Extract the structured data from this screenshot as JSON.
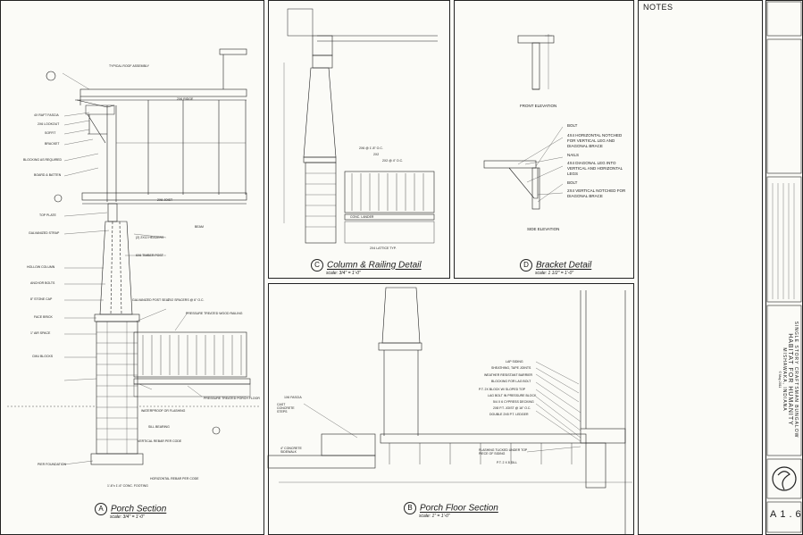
{
  "notes": {
    "title": "NOTES"
  },
  "details": {
    "A": {
      "letter": "A",
      "title": "Porch Section",
      "scale": "scale: 3/4\" = 1'-0\""
    },
    "B": {
      "letter": "B",
      "title": "Porch Floor Section",
      "scale": "scale: 1\" = 1'-0\""
    },
    "C": {
      "letter": "C",
      "title": "Column & Railing Detail",
      "scale": "scale: 3/4\" = 1'-0\""
    },
    "D": {
      "letter": "D",
      "title": "Bracket Detail",
      "scale": "scale: 1 1/2\" = 1'-0\""
    }
  },
  "bracket": {
    "front_elevation": "FRONT ELEVATION",
    "side_elevation": "SIDE ELEVATION",
    "callouts": [
      "BOLT",
      "4X4 HORIZONTAL NOTCHED FOR VERTICAL LEG AND DIAGONAL BRACE",
      "NAILS",
      "4X4 DIAGONAL LEG INTO VERTICAL AND HORIZONTAL LEGS",
      "BOLT",
      "2X4 VERTICAL NOTCHED FOR DIAGONAL BRACE"
    ]
  },
  "porch_section_labels": [
    "TYPICAL ROOF ASSEMBLY",
    "4X RAFT FASCIA",
    "2X6 LOOKOUT",
    "SOFFIT",
    "BRACKET",
    "BLOCKING AS REQUIRED",
    "BOARD & BATTEN",
    "2X6 RIDGE",
    "2X6 JOIST",
    "BEAM",
    "TOP PLATE",
    "GALVANIZED STRAP",
    "(2) 2X12 HEADERS",
    "6X6 TIMBER POST",
    "HOLLOW COLUMN",
    "ANCHOR BOLTS",
    "8\" STONE CAP",
    "FACE BRICK",
    "1\" AIR SPACE",
    "CMU BLOCKS",
    "GALVANIZED POST SEAT",
    "2X2 SPACERS @ 6\" O.C.",
    "PRESSURE TREATED WOOD RAILING",
    "PRESSURE TREATED PORCH FLOOR",
    "WATERPROOF OR FLASHING",
    "SILL BEARING",
    "VERTICAL REBAR PER CODE",
    "HORIZONTAL REBAR PER CODE",
    "PIER FOUNDATION",
    "1'-6\"x 1'-6\" CONC. FOOTING"
  ],
  "floor_section_labels": [
    "1X6 FASCIA",
    "CAST CONCRETE STEPS",
    "4\" CONCRETE SIDEWALK",
    "LAP SIDING",
    "SHEATHING, TAPE JOINTS",
    "WEATHER RESISTANT BARRIER",
    "BLOCKING FOR LAG BOLT",
    "P.T. 2X BLOCK W/ SLOPED TOP",
    "LAG BOLT IN PRESSURE BLOCK",
    "5/4 X 6 CYPRESS DECKING",
    "2X8 P.T. JOIST @ 16\" O.C.",
    "DOUBLE 2X8 P.T. LEDGER",
    "FLASHING TUCKED UNDER TOP PIECE OF SIDING",
    "P.T. 2 X 8 SILL"
  ],
  "column_labels": [
    "2X6 @ 1'-8\" O.C.",
    "2X2",
    "2X2 @ 4\" O.C.",
    "CONC. LANDER",
    "2X4 LATTICE TYP."
  ],
  "title_block": {
    "project_lines": [
      "SINGLE STORY CRAFTSMAN BUNGALOW",
      "HABITAT FOR HUMANITY",
      "MISHAWAKA, INDIANA"
    ],
    "copyright": "© May 2011",
    "sheet_number": "A1.6"
  }
}
